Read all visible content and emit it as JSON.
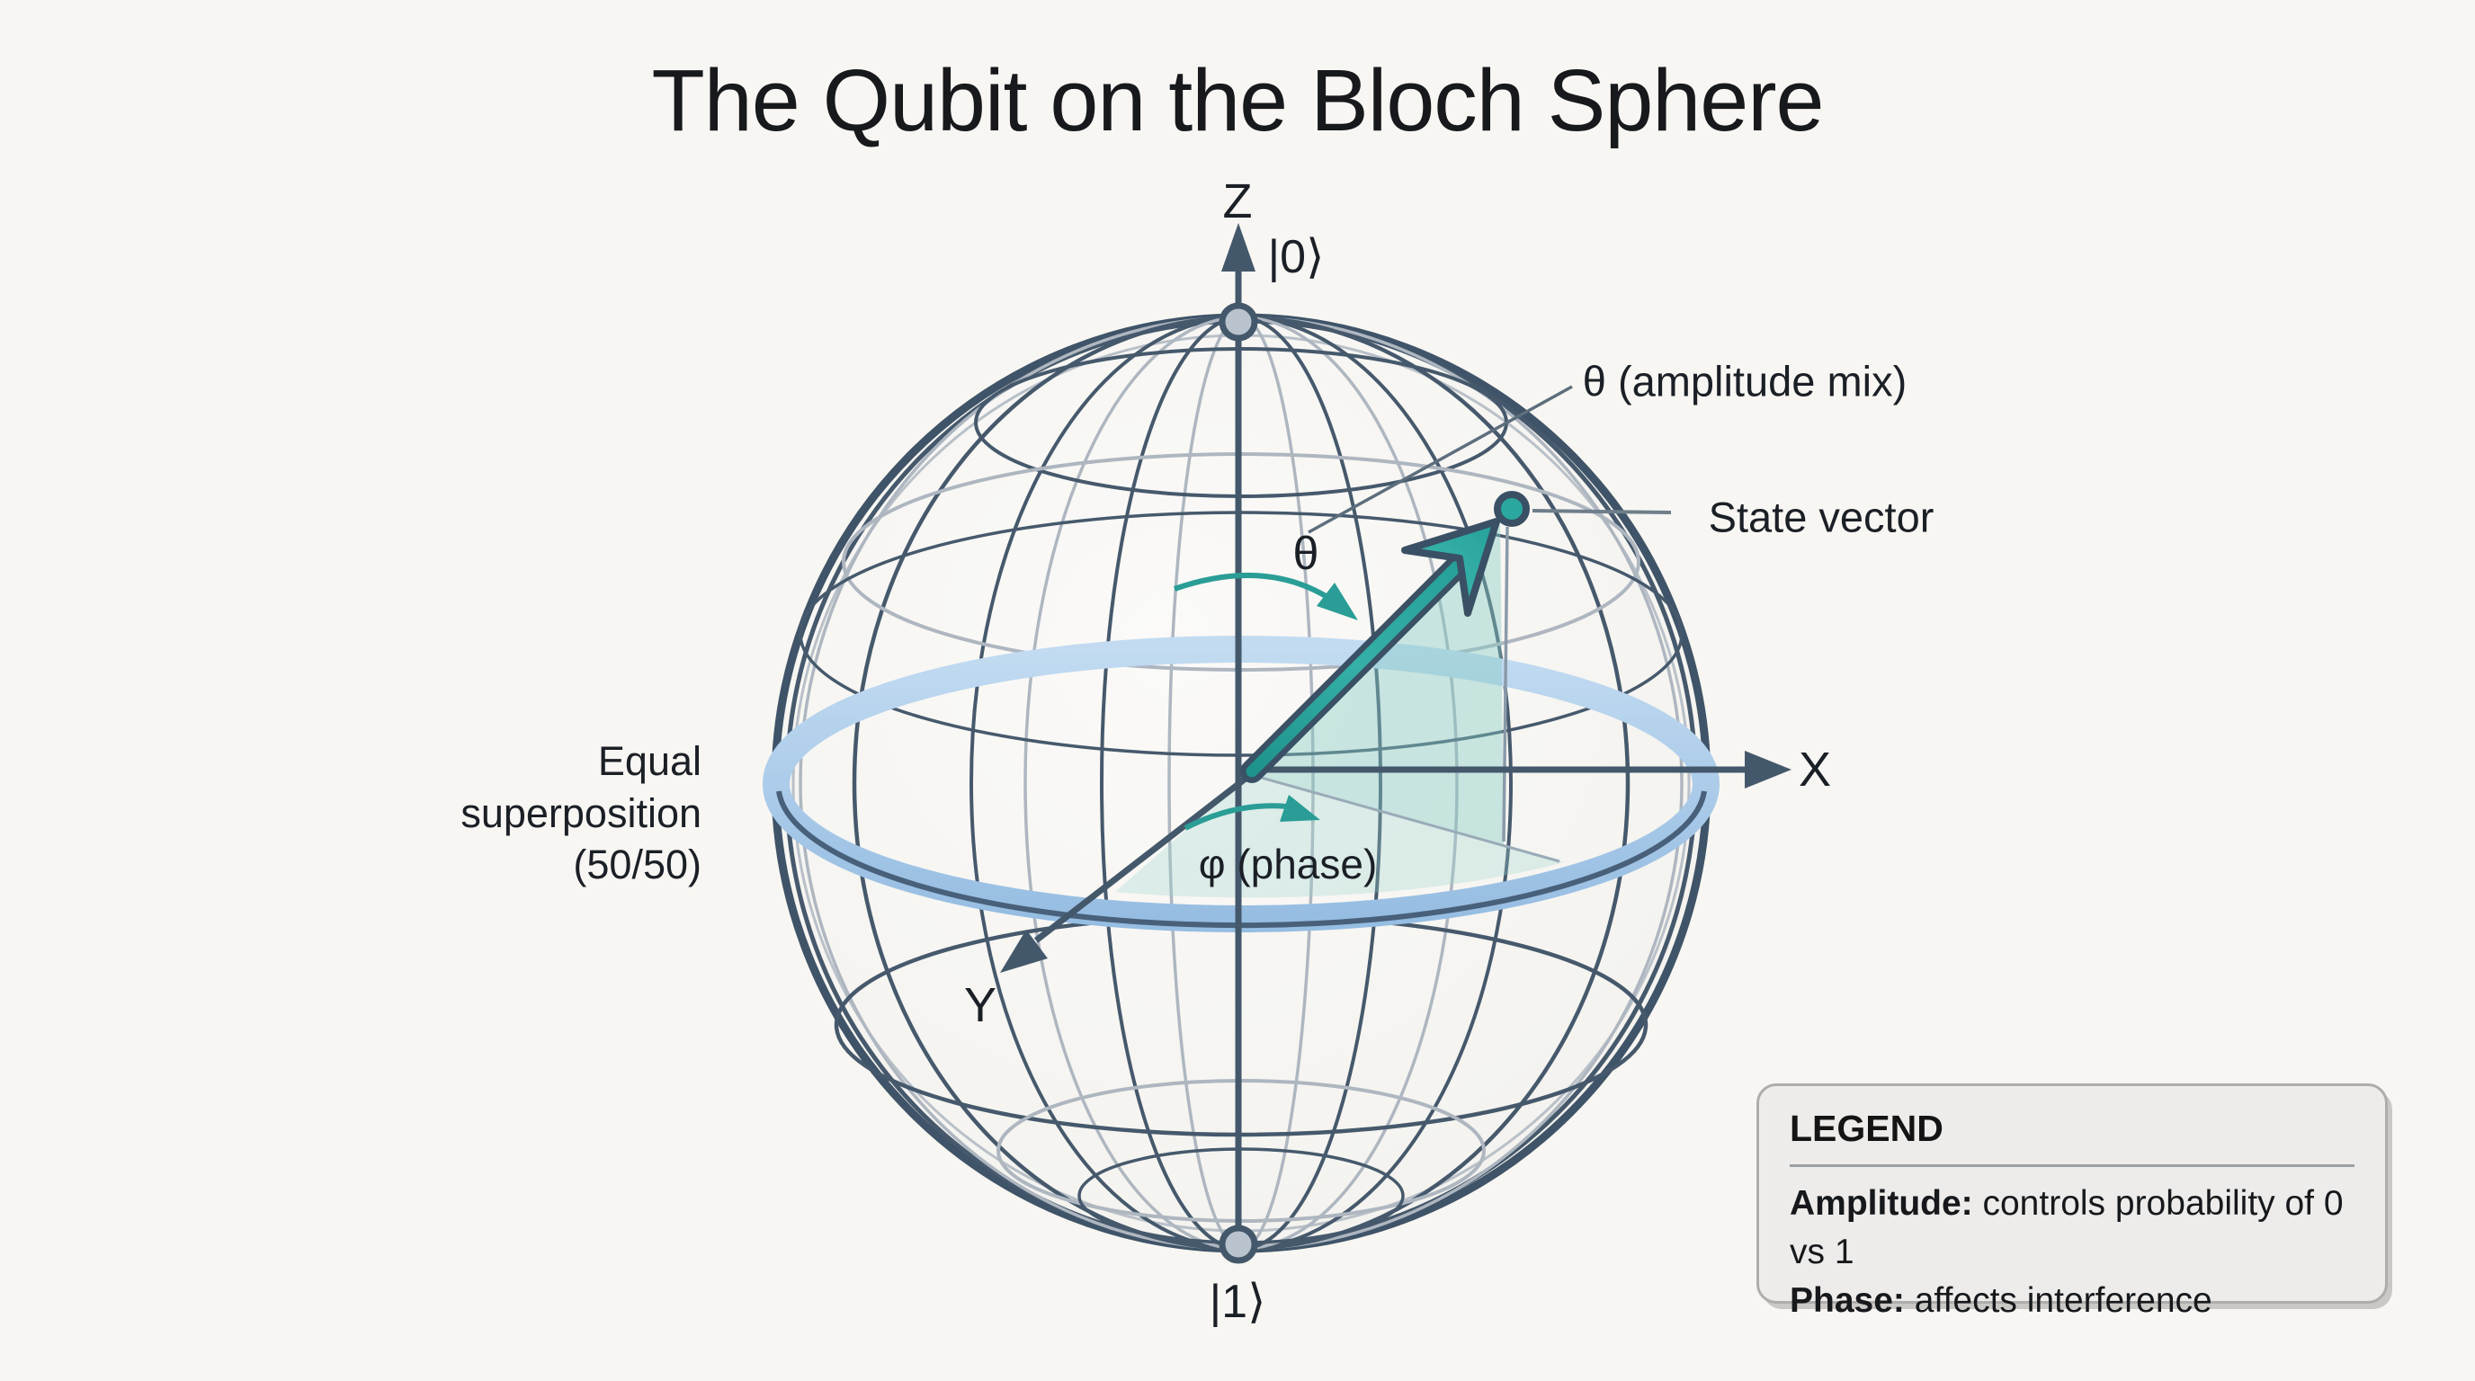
{
  "title": "The Qubit on the Bloch Sphere",
  "sphere": {
    "axis_labels": {
      "z": "Z",
      "x": "X",
      "y": "Y"
    },
    "state_labels": {
      "north_pole": "|0⟩",
      "south_pole": "|1⟩"
    },
    "annotations": {
      "theta_symbol": "θ",
      "theta_callout": "θ (amplitude mix)",
      "state_vector": "State vector",
      "phi_label": "φ (phase)",
      "equator_line1": "Equal superposition",
      "equator_line2": "(50/50)"
    }
  },
  "legend": {
    "heading": "LEGEND",
    "items": [
      {
        "term": "Amplitude:",
        "description": " controls probability of 0 vs 1"
      },
      {
        "term": "Phase:",
        "description": " affects interference"
      }
    ]
  },
  "colors": {
    "accent_teal": "#2aa69e",
    "slate": "#44586b",
    "equator_blue": "#a7c8e8",
    "background": "#f8f6f2"
  },
  "icons": [
    {
      "name": "z-axis-arrow-icon"
    },
    {
      "name": "x-axis-arrow-icon"
    },
    {
      "name": "y-axis-arrow-icon"
    },
    {
      "name": "state-vector-arrow-icon"
    },
    {
      "name": "theta-arc-arrow-icon"
    },
    {
      "name": "phi-arc-arrow-icon"
    }
  ]
}
